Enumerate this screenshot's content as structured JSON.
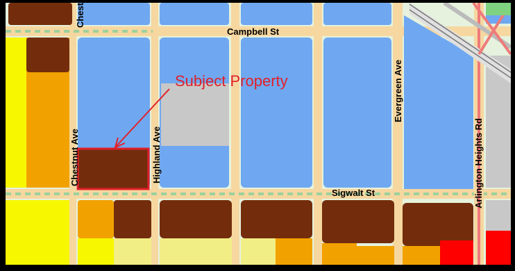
{
  "map": {
    "streets": {
      "chestnut_top": "Chest",
      "campbell": "Campbell St",
      "chestnut": "Chestnut Ave",
      "highland": "Highland Ave",
      "evergreen": "Evergreen Ave",
      "arlington_heights": "Arlington Heights Rd",
      "sigwalt": "Sigwalt St"
    },
    "callout": {
      "label": "Subject Property"
    },
    "colors": {
      "road": "#f6d7a0",
      "background": "#e6f2dd",
      "institutional_blue": "#6fa8f0",
      "gray": "#c8c8c8",
      "dark_brown": "#732d0c",
      "orange": "#f2a200",
      "yellow": "#f7f700",
      "light_yellow": "#f2ee86",
      "red": "#ff0000",
      "callout": "#e0202a",
      "railway": "#ee7a7a"
    }
  }
}
